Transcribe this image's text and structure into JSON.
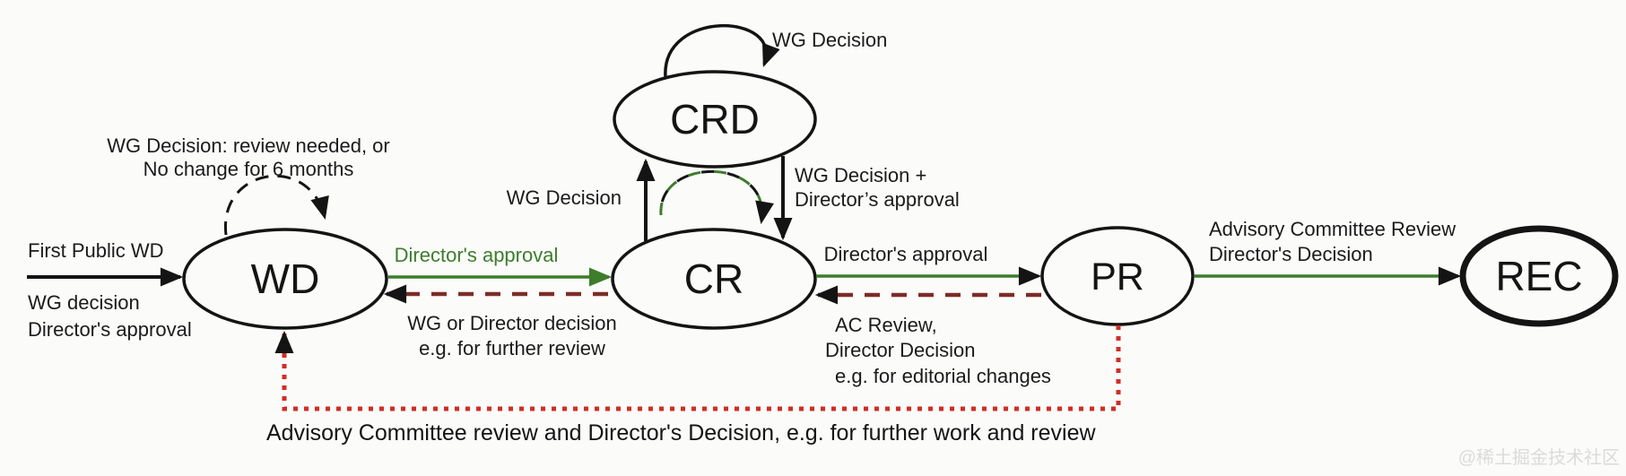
{
  "diagram": {
    "nodes": {
      "wd": {
        "label": "WD"
      },
      "crd": {
        "label": "CRD"
      },
      "cr": {
        "label": "CR"
      },
      "pr": {
        "label": "PR"
      },
      "rec": {
        "label": "REC"
      }
    },
    "edges": {
      "entry": {
        "label_above": "First Public WD",
        "label_below_1": "WG decision",
        "label_below_2": "Director's approval"
      },
      "wd_loop": {
        "line1": "WG Decision: review needed, or",
        "line2": "No change for 6 months"
      },
      "wd_to_cr": {
        "label": "Director's approval"
      },
      "cr_to_wd": {
        "line1": "WG or Director decision",
        "line2": "e.g. for further review"
      },
      "crd_loop": {
        "label": "WG Decision"
      },
      "cr_to_crd": {
        "label": "WG Decision"
      },
      "crd_to_cr": {
        "line1": "WG Decision +",
        "line2": "Director’s approval"
      },
      "cr_to_pr": {
        "label": "Director's approval"
      },
      "pr_to_cr": {
        "line1": "AC Review,",
        "line2": "Director Decision",
        "line3": "e.g. for editorial changes"
      },
      "pr_to_rec": {
        "line1": "Advisory Committee Review",
        "line2": "Director's Decision"
      },
      "pr_to_wd": {
        "label": "Advisory Committee review and Director's Decision, e.g. for further work and review"
      }
    },
    "colors": {
      "advance_green": "#3d7d2c",
      "return_dark_red": "#7c2d27",
      "rework_red": "#cf2f24",
      "ink_black": "#141414",
      "background": "#fbfbfa"
    },
    "watermark": "@稀土掘金技术社区"
  }
}
